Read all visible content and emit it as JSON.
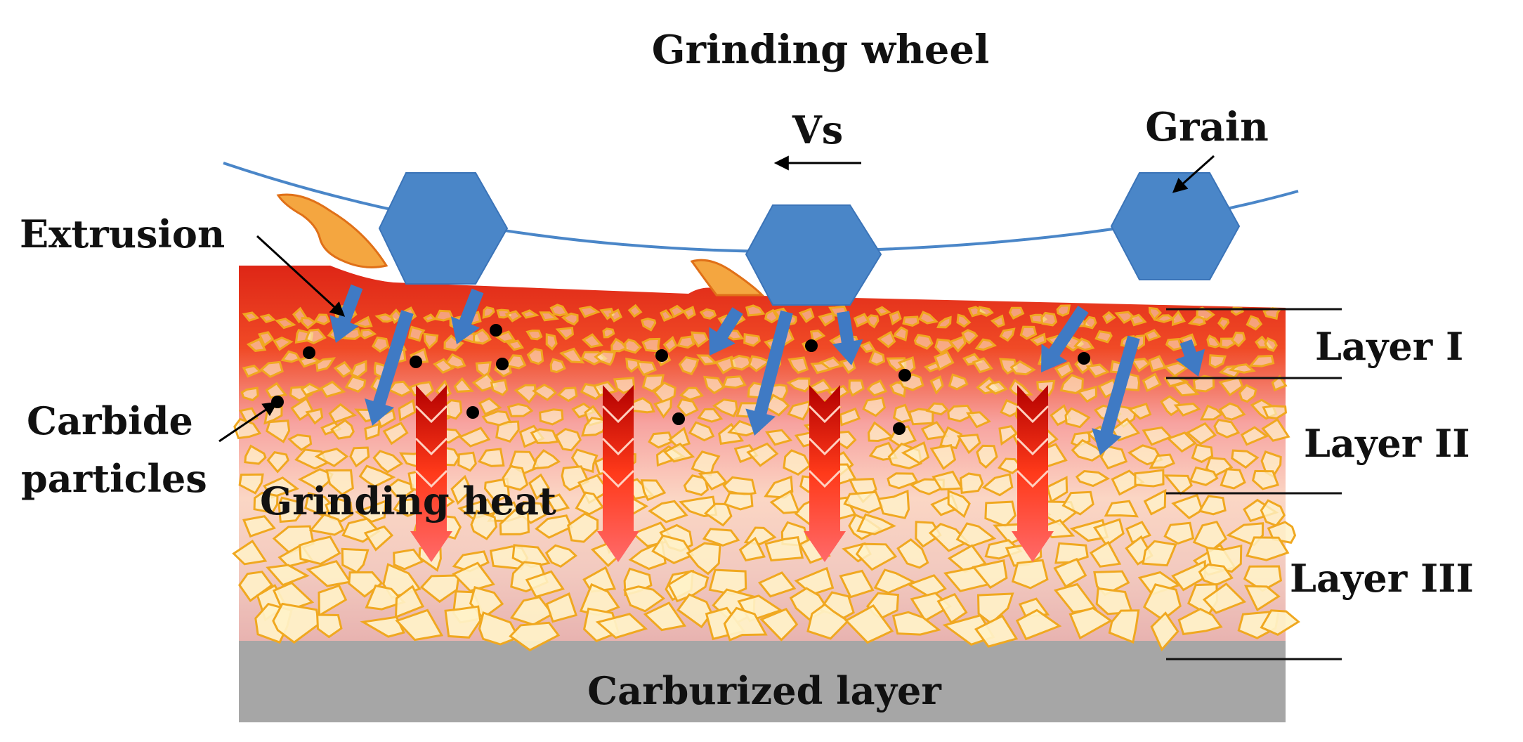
{
  "labels": {
    "wheel": "Grinding wheel",
    "vs": "Vs",
    "grain": "Grain",
    "extrusion": "Extrusion",
    "carbide_line1": "Carbide",
    "carbide_line2": "particles",
    "heat": "Grinding heat",
    "layer1": "Layer I",
    "layer2": "Layer II",
    "layer3": "Layer III",
    "carburized": "Carburized layer"
  },
  "colors": {
    "wheel": "#4a86c8",
    "grain": "#4a86c8",
    "flow_arrow": "#3f7ac4",
    "heat_arrow_top": "#b00000",
    "heat_arrow_bottom": "#ff5a5a",
    "layer_top": "#e02a18",
    "layer_bottom": "#ffe9cc",
    "carburized": "#a6a6a6",
    "flake": "#fff2c8",
    "flake_edge": "#f0a820",
    "dot": "#000000"
  }
}
